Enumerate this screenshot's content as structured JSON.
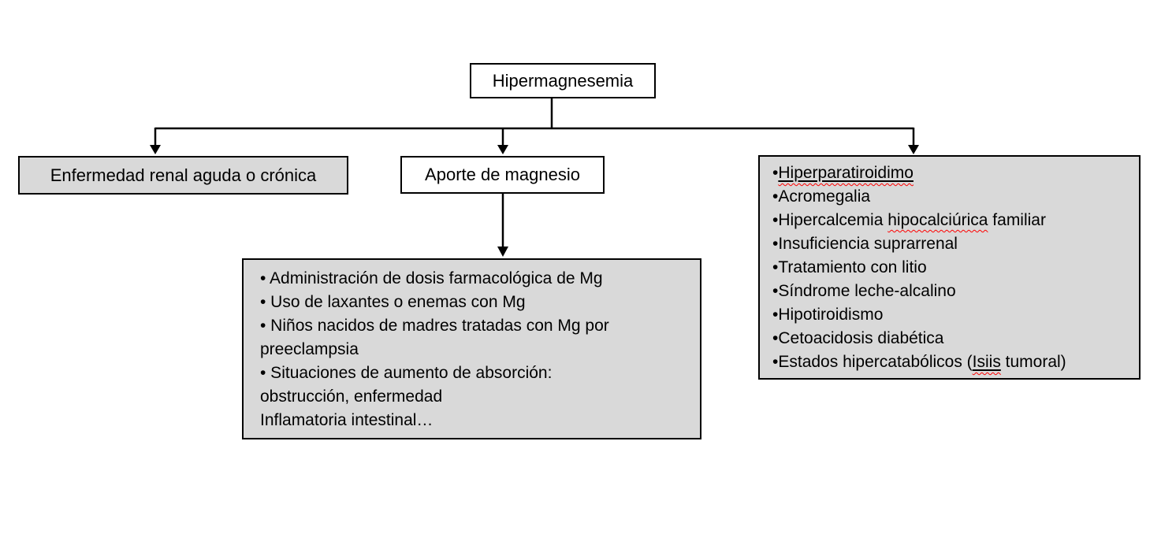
{
  "colors": {
    "background": "#ffffff",
    "box_fill_gray": "#d9d9d9",
    "box_fill_white": "#ffffff",
    "border": "#000000",
    "line": "#000000",
    "text": "#000000",
    "spellcheck_squiggle": "#ff0000"
  },
  "root_box": {
    "label": "Hipermagnesemia"
  },
  "left_box": {
    "label": "Enfermedad renal aguda o crónica"
  },
  "middle_box": {
    "label": "Aporte de magnesio"
  },
  "detail_box": {
    "lines": [
      {
        "segments": [
          {
            "t": "• Administración de dosis farmacológica de Mg"
          }
        ]
      },
      {
        "segments": [
          {
            "t": "• Uso de laxantes o enemas con Mg"
          }
        ]
      },
      {
        "segments": [
          {
            "t": "• Niños nacidos de madres tratadas con Mg por"
          }
        ]
      },
      {
        "segments": [
          {
            "t": "preeclampsia"
          }
        ]
      },
      {
        "segments": [
          {
            "t": "• Situaciones de aumento de absorción:"
          }
        ]
      },
      {
        "segments": [
          {
            "t": "obstrucción, enfermedad"
          }
        ]
      },
      {
        "segments": [
          {
            "t": "Inflamatoria intestinal…"
          }
        ]
      }
    ]
  },
  "right_box": {
    "lines": [
      {
        "segments": [
          {
            "t": "•"
          },
          {
            "t": "Hiperparatiroidimo",
            "u": true,
            "w": true
          }
        ]
      },
      {
        "segments": [
          {
            "t": "•Acromegalia"
          }
        ]
      },
      {
        "segments": [
          {
            "t": "•Hipercalcemia "
          },
          {
            "t": "hipocalciúrica",
            "w": true
          },
          {
            "t": " familiar"
          }
        ]
      },
      {
        "segments": [
          {
            "t": "•Insuficiencia suprarrenal"
          }
        ]
      },
      {
        "segments": [
          {
            "t": "•Tratamiento con litio"
          }
        ]
      },
      {
        "segments": [
          {
            "t": "•Síndrome leche-alcalino"
          }
        ]
      },
      {
        "segments": [
          {
            "t": "•Hipotiroidismo"
          }
        ]
      },
      {
        "segments": [
          {
            "t": "•Cetoacidosis diabética"
          }
        ]
      },
      {
        "segments": [
          {
            "t": "•Estados hipercatabólicos ("
          },
          {
            "t": "Isiis",
            "u": true,
            "w": true
          },
          {
            "t": " tumoral)"
          }
        ]
      }
    ]
  }
}
